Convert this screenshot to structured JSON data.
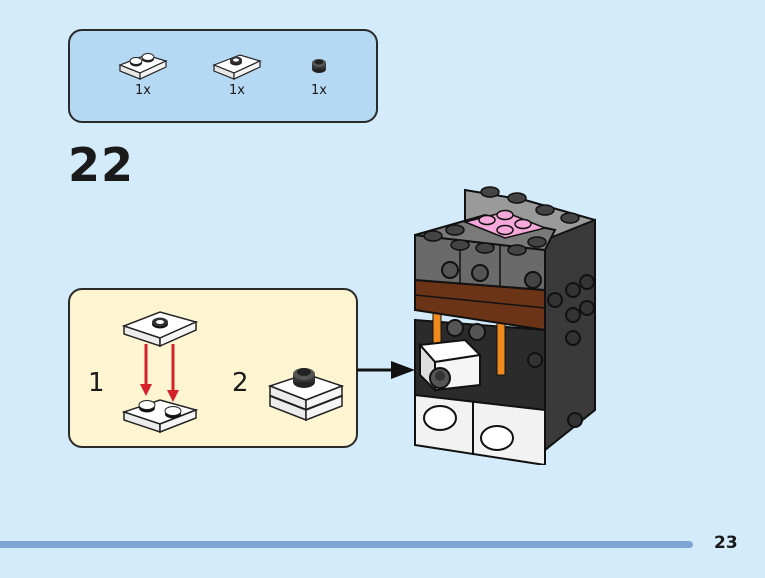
{
  "parts_list": {
    "items": [
      {
        "icon": "plate-1x2-white-icon",
        "quantity": "1x"
      },
      {
        "icon": "jumper-plate-1x2-white-icon",
        "quantity": "1x"
      },
      {
        "icon": "round-plate-1x1-black-icon",
        "quantity": "1x"
      }
    ]
  },
  "step": {
    "number": "22",
    "substeps": [
      {
        "label": "1"
      },
      {
        "label": "2"
      }
    ]
  },
  "colors": {
    "page_background": "#d3ebfa",
    "parts_box": "#b5d9f3",
    "substep_box": "#fdf5d2",
    "footer_bar": "#7fa4d6",
    "arrow_red": "#d3222a"
  },
  "footer": {
    "page_number": "23"
  }
}
